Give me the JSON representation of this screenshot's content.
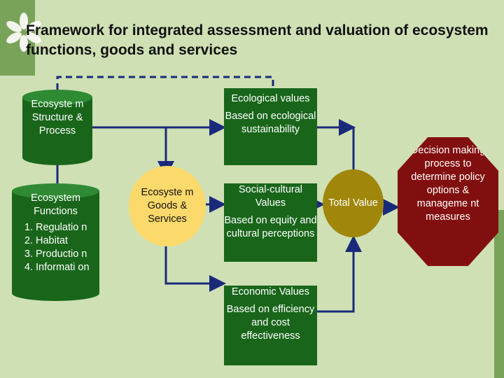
{
  "title": "Framework for integrated assessment and valuation of ecosystem functions, goods and services",
  "structure": {
    "label": "Ecosyste m Structure & Process"
  },
  "functions": {
    "heading": "Ecosystem Functions",
    "items": [
      "Regulatio n",
      "Habitat",
      "Productio n",
      "Informati on"
    ]
  },
  "goods": {
    "label": "Ecosyste m Goods & Services"
  },
  "ecological": {
    "title": "Ecological values",
    "basis": "Based on ecological sustainability"
  },
  "social": {
    "title": "Social-cultural Values",
    "basis": "Based on equity and cultural perceptions"
  },
  "economic": {
    "title": "Economic Values",
    "basis": "Based on efficiency and cost effectiveness"
  },
  "total": {
    "label": "Total Value"
  },
  "decision": {
    "label": "Decision making process to determine policy options & manageme nt measures"
  },
  "colors": {
    "background": "#cfe0b4",
    "box_green": "#19661b",
    "goods_yellow": "#fcd96b",
    "total_gold": "#a0860a",
    "decision_red": "#820f0f",
    "connector": "#1a2a7a"
  }
}
